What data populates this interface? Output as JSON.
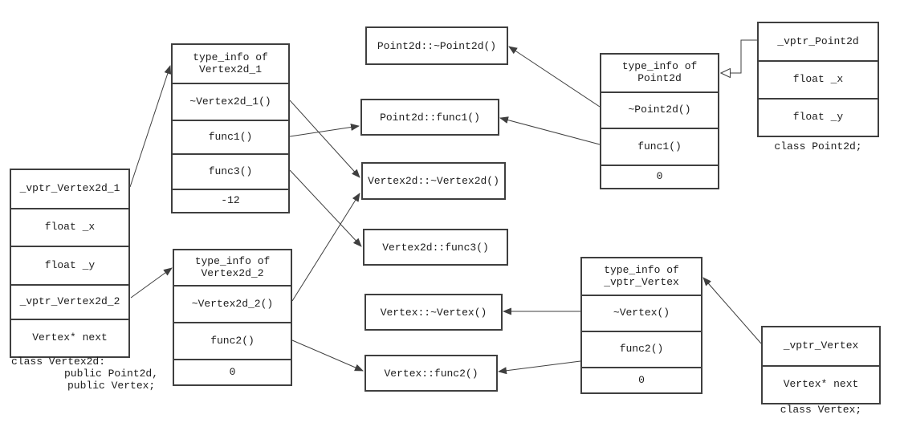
{
  "diagram": {
    "objects": {
      "vertex2d": {
        "rows": [
          "_vptr_Vertex2d_1",
          "float _x",
          "float _y",
          "_vptr_Vertex2d_2",
          "Vertex* next"
        ],
        "caption_lines": [
          "class Vertex2d:",
          "public Point2d,",
          "public Vertex;"
        ]
      },
      "point2d": {
        "rows": [
          "_vptr_Point2d",
          "float _x",
          "float _y"
        ],
        "caption": "class Point2d;"
      },
      "vertex": {
        "rows": [
          "_vptr_Vertex",
          "Vertex* next"
        ],
        "caption": "class Vertex;"
      }
    },
    "vtables": {
      "vertex2d_1": {
        "header": "type_info of\nVertex2d_1",
        "rows": [
          "~Vertex2d_1()",
          "func1()",
          "func3()",
          "-12"
        ]
      },
      "vertex2d_2": {
        "header": "type_info of\nVertex2d_2",
        "rows": [
          "~Vertex2d_2()",
          "func2()",
          "0"
        ]
      },
      "point2d": {
        "header": "type_info of\nPoint2d",
        "rows": [
          "~Point2d()",
          "func1()",
          "0"
        ]
      },
      "vertex": {
        "header": "type_info of\n_vptr_Vertex",
        "rows": [
          "~Vertex()",
          "func2()",
          "0"
        ]
      }
    },
    "functions": {
      "point2d_dtor": "Point2d::~Point2d()",
      "point2d_func1": "Point2d::func1()",
      "vertex2d_dtor": "Vertex2d::~Vertex2d()",
      "vertex2d_func3": "Vertex2d::func3()",
      "vertex_dtor": "Vertex::~Vertex()",
      "vertex_func2": "Vertex::func2()"
    },
    "colors": {
      "border": "#3f3f3f",
      "text": "#1c1c1c",
      "background": "#ffffff"
    }
  }
}
